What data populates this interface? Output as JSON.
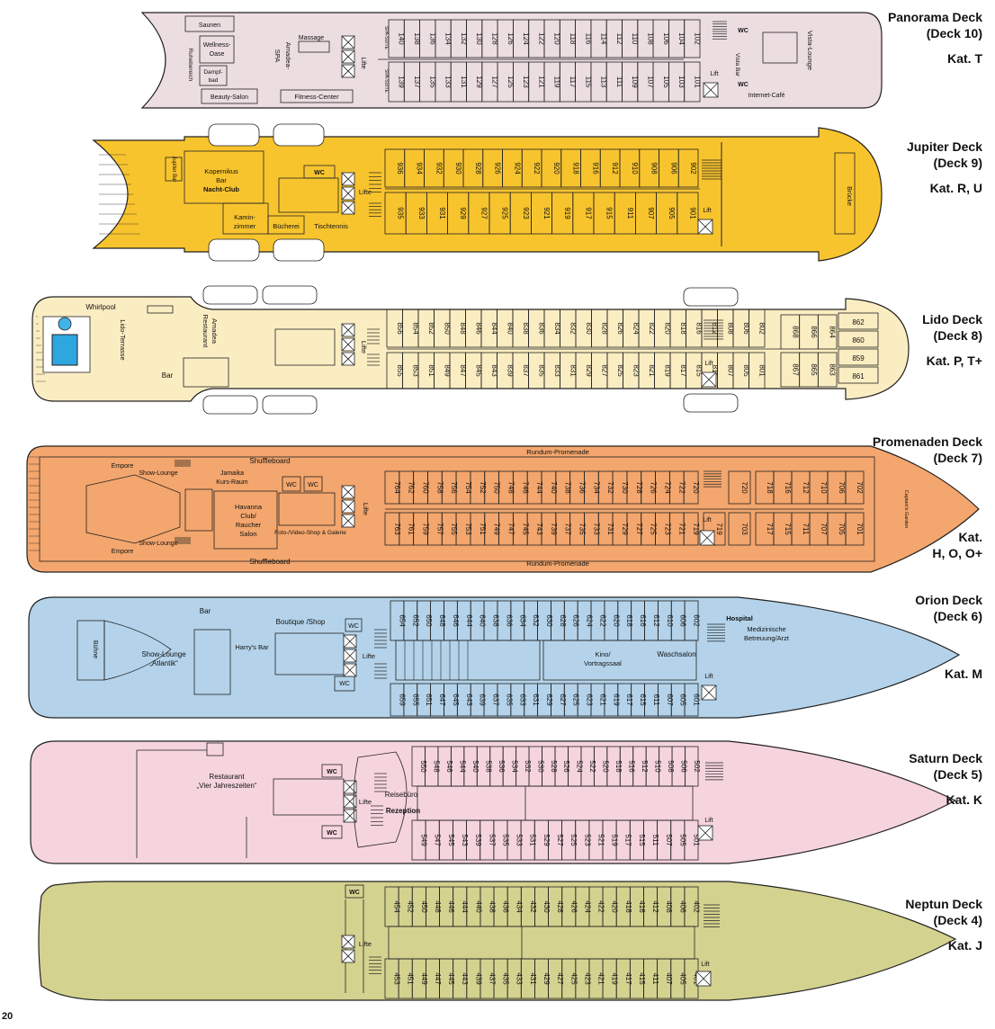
{
  "page_number": "20",
  "decks": [
    {
      "id": "d10",
      "title": "Panorama Deck",
      "subtitle": "(Deck 10)",
      "kat": "Kat. T",
      "color": "#ecdde1",
      "top": [
        "140",
        "138",
        "136",
        "134",
        "132",
        "130",
        "128",
        "126",
        "124",
        "122",
        "120",
        "118",
        "116",
        "114",
        "112",
        "110",
        "108",
        "106",
        "104",
        "102"
      ],
      "bottom": [
        "139",
        "137",
        "135",
        "133",
        "131",
        "129",
        "127",
        "125",
        "123",
        "121",
        "119",
        "117",
        "115",
        "113",
        "111",
        "109",
        "107",
        "105",
        "103",
        "101"
      ],
      "labels": {
        "saunen": "Saunen",
        "ruhebereich": "Ruhebereich",
        "wellness": "Wellness-",
        "oase": "Oase",
        "dampf": "Dampf-",
        "bad": "bad",
        "beauty": "Beauty-Salon",
        "massage": "Massage",
        "amadea1": "Amadea-",
        "amadea2": "SPA",
        "fitness": "Fitness-Center",
        "lifte": "Lifte",
        "spa1": "SPA-SUITE",
        "spa2": "SPA-SUITE",
        "wc1": "WC",
        "wc2": "WC",
        "lift": "Lift",
        "vistabar": "Vista Bar",
        "vistalounge": "Vista-Lounge",
        "internet": "Internet-Café"
      }
    },
    {
      "id": "d9",
      "title": "Jupiter Deck",
      "subtitle": "(Deck 9)",
      "kat": "Kat. R, U",
      "color": "#f8c42e",
      "top": [
        "936",
        "934",
        "932",
        "930",
        "928",
        "926",
        "924",
        "922",
        "920",
        "918",
        "916",
        "912",
        "910",
        "908",
        "906",
        "902"
      ],
      "bottom": [
        "935",
        "933",
        "931",
        "929",
        "927",
        "925",
        "923",
        "921",
        "919",
        "917",
        "915",
        "911",
        "907",
        "905",
        "901"
      ],
      "labels": {
        "jupiterbar": "Jupiter Bar",
        "kopernikus1": "Kopernikus",
        "kopernikus2": "Bar",
        "nachtclub": "Nacht-Club",
        "wc": "WC",
        "kamin1": "Kamin-",
        "kamin2": "zimmer",
        "buecherei": "Bücherei",
        "tischtennis": "Tischtennis",
        "lifte": "Lifte",
        "lift": "Lift",
        "bruecke": "Brücke"
      }
    },
    {
      "id": "d8",
      "title": "Lido Deck",
      "subtitle": "(Deck 8)",
      "kat": "Kat. P, T+",
      "color": "#fbedc2",
      "top": [
        "856",
        "854",
        "852",
        "850",
        "848",
        "846",
        "844",
        "840",
        "838",
        "836",
        "834",
        "832",
        "830",
        "828",
        "826",
        "824",
        "822",
        "820",
        "818",
        "816",
        "812",
        "808",
        "806",
        "802",
        "868",
        "866",
        "864"
      ],
      "bottom": [
        "855",
        "853",
        "851",
        "849",
        "847",
        "845",
        "843",
        "839",
        "837",
        "835",
        "833",
        "831",
        "829",
        "827",
        "825",
        "823",
        "821",
        "819",
        "817",
        "815",
        "811",
        "807",
        "805",
        "801",
        "867",
        "865",
        "863"
      ],
      "bow": [
        "862",
        "860",
        "859",
        "861"
      ],
      "labels": {
        "whirlpool": "Whirlpool",
        "lido": "Lido-Terrasse",
        "restaurant1": "Restaurant",
        "restaurant2": "Amadea",
        "bar": "Bar",
        "lifte": "Lifte",
        "lift": "Lift"
      }
    },
    {
      "id": "d7",
      "title": "Promenaden Deck",
      "subtitle": "(Deck 7)",
      "kat": "Kat.",
      "kat2": "H, O, O+",
      "color": "#f3a66d",
      "top": [
        "764",
        "762",
        "760",
        "758",
        "756",
        "754",
        "752",
        "750",
        "748",
        "746",
        "744",
        "740",
        "738",
        "736",
        "734",
        "732",
        "730",
        "728",
        "726",
        "724",
        "722",
        "720",
        "718",
        "716",
        "712",
        "710",
        "706",
        "702"
      ],
      "bottom": [
        "763",
        "761",
        "759",
        "757",
        "755",
        "753",
        "751",
        "749",
        "747",
        "745",
        "743",
        "739",
        "737",
        "735",
        "733",
        "731",
        "729",
        "727",
        "725",
        "723",
        "721",
        "719",
        "703",
        "717",
        "715",
        "711",
        "707",
        "705",
        "701"
      ],
      "labels": {
        "empore1": "Empore",
        "empore2": "Empore",
        "showlounge1": "Show-Lounge",
        "showlounge2": "Show-Lounge",
        "shuffle1": "Shuffleboard",
        "shuffle2": "Shuffleboard",
        "jamaika1": "Jamaika",
        "jamaika2": "Kurs-Raum",
        "havanna1": "Havanna",
        "havanna2": "Club/",
        "havanna3": "Raucher",
        "havanna4": "Salon",
        "wc1": "WC",
        "wc2": "WC",
        "foto": "Foto-/Video-Shop & Galerie",
        "lifte": "Lifte",
        "rundum1": "Rundum-Promenade",
        "rundum2": "Rundum-Promenade",
        "lift": "Lift",
        "captains": "Captain's Garden"
      }
    },
    {
      "id": "d6",
      "title": "Orion Deck",
      "subtitle": "(Deck 6)",
      "kat": "Kat. M",
      "color": "#b4d3ea",
      "top": [
        "654",
        "652",
        "650",
        "648",
        "646",
        "644",
        "640",
        "638",
        "636",
        "634",
        "632",
        "630",
        "628",
        "626",
        "624",
        "622",
        "620",
        "618",
        "616",
        "612",
        "610",
        "606",
        "602"
      ],
      "bottom": [
        "659",
        "655",
        "651",
        "647",
        "645",
        "643",
        "639",
        "637",
        "635",
        "633",
        "631",
        "629",
        "627",
        "625",
        "623",
        "621",
        "619",
        "617",
        "615",
        "611",
        "607",
        "605",
        "601"
      ],
      "labels": {
        "buehne": "Bühne",
        "showlounge1": "Show-Lounge",
        "showlounge2": "„Atlantik“",
        "bar": "Bar",
        "boutique": "Boutique /Shop",
        "wc1": "WC",
        "wc2": "WC",
        "harrys": "Harry's Bar",
        "lifte": "Lifte",
        "kino1": "Kino/",
        "kino2": "Vortragssaal",
        "waschsalon": "Waschsalon",
        "hospital": "Hospital",
        "med1": "Medizinische",
        "med2": "Betreuung/Arzt",
        "lift": "Lift"
      }
    },
    {
      "id": "d5",
      "title": "Saturn Deck",
      "subtitle": "(Deck 5)",
      "kat": "Kat. K",
      "color": "#f6d4de",
      "top": [
        "550",
        "548",
        "546",
        "544",
        "540",
        "538",
        "536",
        "534",
        "532",
        "530",
        "528",
        "526",
        "524",
        "522",
        "520",
        "518",
        "516",
        "512",
        "510",
        "508",
        "506",
        "502"
      ],
      "bottom": [
        "549",
        "547",
        "545",
        "543",
        "539",
        "537",
        "535",
        "533",
        "531",
        "529",
        "527",
        "525",
        "523",
        "521",
        "519",
        "517",
        "515",
        "511",
        "507",
        "505",
        "501"
      ],
      "labels": {
        "restaurant1": "Restaurant",
        "restaurant2": "„Vier Jahreszeiten“",
        "wc1": "WC",
        "wc2": "WC",
        "lifte": "Lifte",
        "reisebuero": "Reisebüro",
        "rezeption": "Rezeption",
        "lift": "Lift"
      }
    },
    {
      "id": "d4",
      "title": "Neptun Deck",
      "subtitle": "(Deck 4)",
      "kat": "Kat. J",
      "color": "#d4d28f",
      "top": [
        "454",
        "452",
        "450",
        "448",
        "446",
        "444",
        "440",
        "438",
        "436",
        "434",
        "432",
        "430",
        "428",
        "426",
        "424",
        "422",
        "420",
        "418",
        "416",
        "412",
        "408",
        "406",
        "402"
      ],
      "bottom": [
        "453",
        "451",
        "449",
        "447",
        "445",
        "443",
        "439",
        "437",
        "435",
        "433",
        "431",
        "429",
        "427",
        "425",
        "423",
        "421",
        "419",
        "417",
        "415",
        "411",
        "407",
        "405",
        "401"
      ],
      "labels": {
        "wc": "WC",
        "lifte": "Lifte",
        "lift": "Lift"
      }
    }
  ]
}
